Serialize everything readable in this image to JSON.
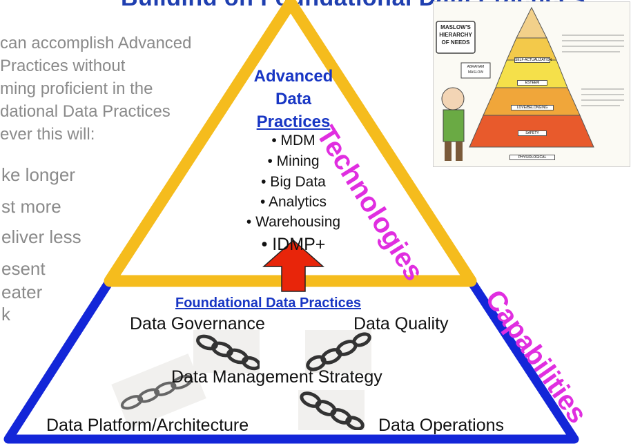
{
  "title_partial": "Building on Foundational Data Practices",
  "left_intro": [
    "can accomplish Advanced",
    " Practices without",
    "ming proficient in the",
    "dational Data Practices",
    "ever this will:"
  ],
  "left_bullets": [
    "ke longer",
    "st more",
    "eliver less",
    "esent",
    "eater",
    "k"
  ],
  "advanced": {
    "title_lines": [
      "Advanced",
      "Data",
      "Practices"
    ],
    "items": [
      "• MDM",
      "• Mining",
      "• Big Data",
      "• Analytics",
      "• Warehousing"
    ],
    "last_item": "• IDMP+"
  },
  "foundational": {
    "title": "Foundational Data Practices",
    "governance": "Data Governance",
    "quality": "Data Quality",
    "strategy": "Data Management Strategy",
    "platform": "Data Platform/Architecture",
    "operations": "Data Operations"
  },
  "side_labels": {
    "technologies": "Technologies",
    "capabilities": "Capabilities"
  },
  "maslow": {
    "title_lines": [
      "MASLOW'S",
      "HIERARCHY",
      "OF NEEDS"
    ],
    "person_label_lines": [
      "ABRAHAM",
      "MASLOW"
    ],
    "levels": [
      "SELF-ACTUALIZATION",
      "ESTEEM",
      "LOVE/BELONGING",
      "SAFETY",
      "PHYSIOLOGICAL"
    ]
  },
  "colors": {
    "upper_triangle": "#f5bc1d",
    "lower_triangle": "#1326d8",
    "blue_text": "#1836c4",
    "side_label": "#e02ee0",
    "arrow_fill": "#e8250a",
    "grey_text": "#8a8a8a"
  }
}
